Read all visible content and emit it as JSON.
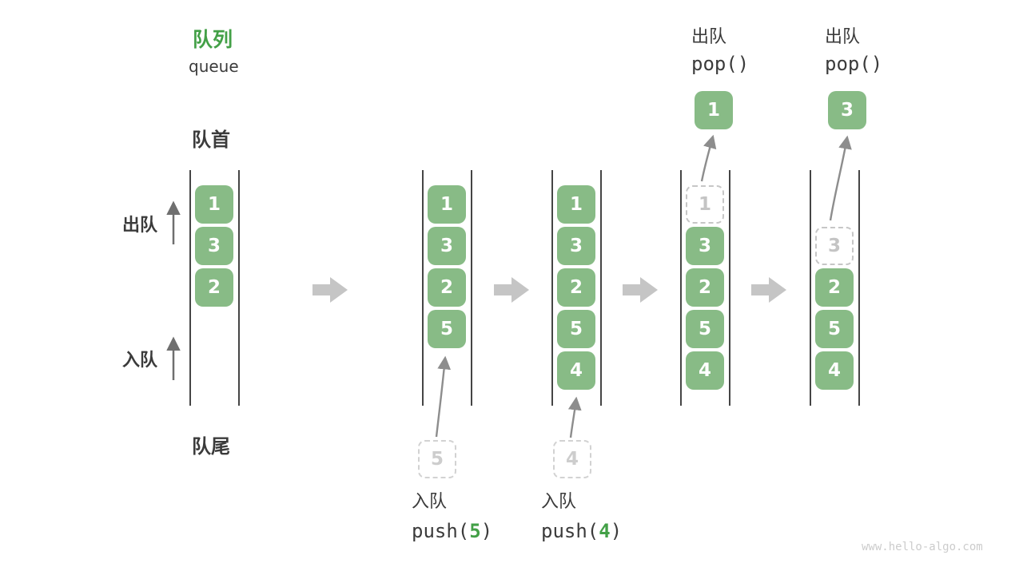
{
  "title": {
    "zh": "队列",
    "en": "queue"
  },
  "side_labels": {
    "front": "队首",
    "rear": "队尾",
    "dequeue": "出队",
    "enqueue": "入队"
  },
  "watermark": "www.hello-algo.com",
  "colors": {
    "box_green": "#88BB86",
    "accent_green": "#43A047",
    "block_arrow_gray": "#C5C5C5",
    "curve_arrow_gray": "#8D8D8D",
    "rail_dark": "#454545",
    "text_dark": "#3B3B3B",
    "ghost_gray": "#C6C6C6"
  },
  "columns": [
    {
      "slots": [
        {
          "value": "1",
          "type": "filled"
        },
        {
          "value": "3",
          "type": "filled"
        },
        {
          "value": "2",
          "type": "filled"
        }
      ]
    },
    {
      "slots": [
        {
          "value": "1",
          "type": "filled"
        },
        {
          "value": "3",
          "type": "filled"
        },
        {
          "value": "2",
          "type": "filled"
        },
        {
          "value": "5",
          "type": "filled"
        }
      ],
      "action": {
        "kind": "enqueue",
        "label": "入队",
        "code_pre": "push(",
        "code_arg": "5",
        "code_post": ")",
        "pending_value": "5"
      }
    },
    {
      "slots": [
        {
          "value": "1",
          "type": "filled"
        },
        {
          "value": "3",
          "type": "filled"
        },
        {
          "value": "2",
          "type": "filled"
        },
        {
          "value": "5",
          "type": "filled"
        },
        {
          "value": "4",
          "type": "filled"
        }
      ],
      "action": {
        "kind": "enqueue",
        "label": "入队",
        "code_pre": "push(",
        "code_arg": "4",
        "code_post": ")",
        "pending_value": "4"
      }
    },
    {
      "slots": [
        {
          "value": "1",
          "type": "ghost"
        },
        {
          "value": "3",
          "type": "filled"
        },
        {
          "value": "2",
          "type": "filled"
        },
        {
          "value": "5",
          "type": "filled"
        },
        {
          "value": "4",
          "type": "filled"
        }
      ],
      "action": {
        "kind": "dequeue",
        "label": "出队",
        "code": "pop()",
        "popped_value": "1"
      }
    },
    {
      "slots": [
        {
          "type": "empty"
        },
        {
          "value": "3",
          "type": "ghost"
        },
        {
          "value": "2",
          "type": "filled"
        },
        {
          "value": "5",
          "type": "filled"
        },
        {
          "value": "4",
          "type": "filled"
        }
      ],
      "action": {
        "kind": "dequeue",
        "label": "出队",
        "code": "pop()",
        "popped_value": "3"
      }
    }
  ]
}
